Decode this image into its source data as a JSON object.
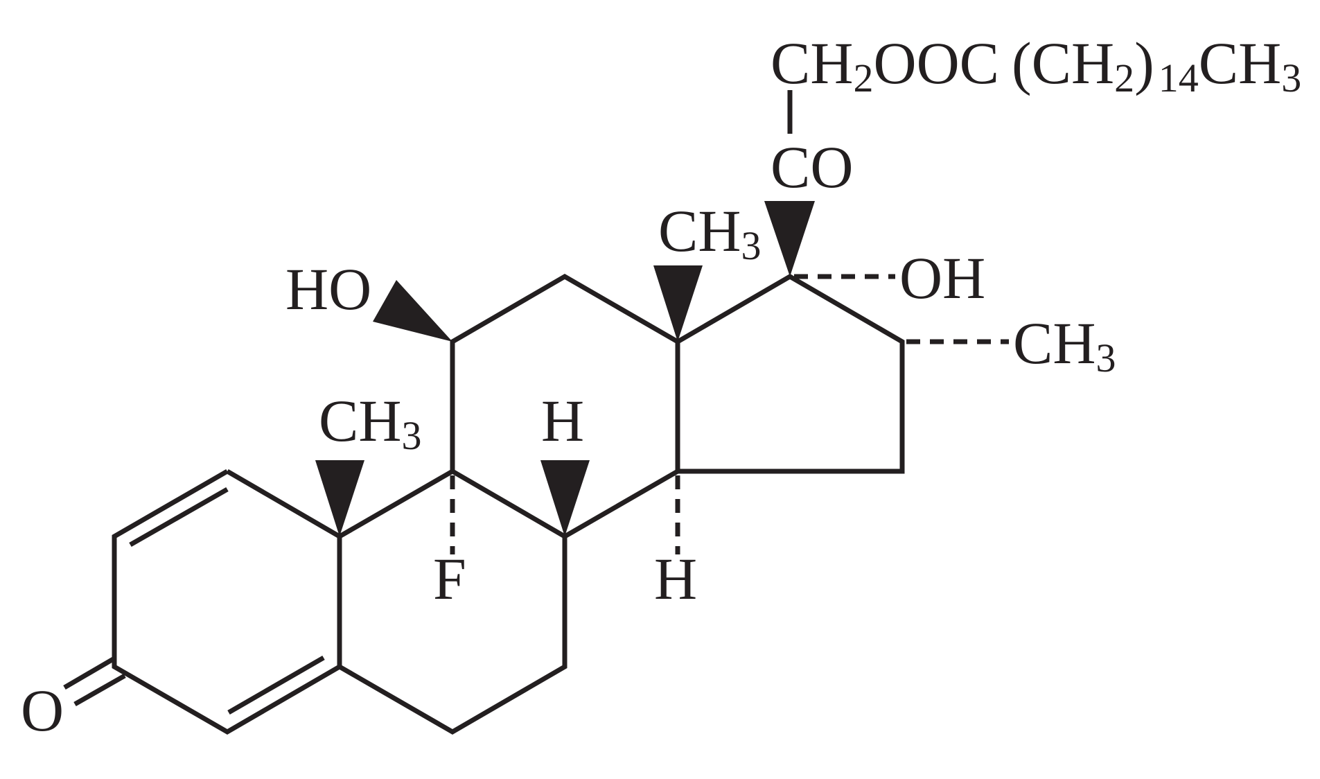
{
  "labels": {
    "ester_side_chain": {
      "main": [
        "CH",
        "OOC",
        "(CH",
        ")",
        "CH"
      ],
      "subs": [
        "2",
        "2",
        "14",
        "3"
      ]
    },
    "carbonyl": "CO",
    "methyl_c13": {
      "main": "CH",
      "sub": "3"
    },
    "hydroxyl_c17": "OH",
    "methyl_c16": {
      "main": "CH",
      "sub": "3"
    },
    "hydroxyl_c11": "HO",
    "methyl_c10": {
      "main": "CH",
      "sub": "3"
    },
    "hydrogen_c8": "H",
    "fluorine_c9": "F",
    "hydrogen_c14": "H",
    "ketone_oxygen_c3": "O"
  },
  "colors": {
    "ink": "#231f20",
    "background": "#ffffff"
  }
}
